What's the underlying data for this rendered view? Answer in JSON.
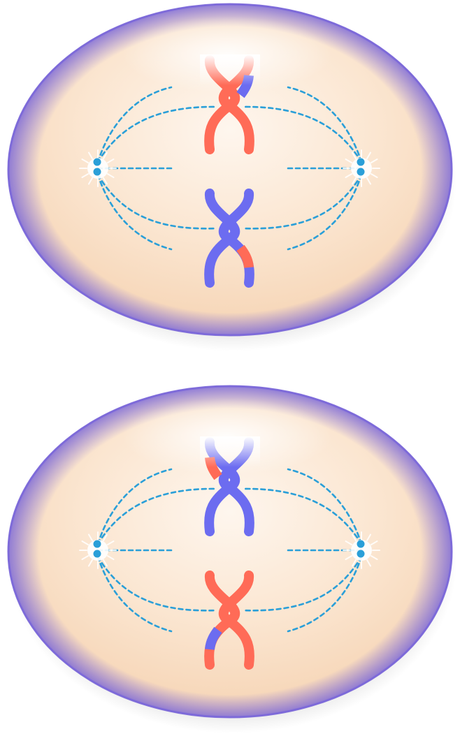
{
  "colors": {
    "background": "#ffffff",
    "cell_fill_center": "#fdf1e6",
    "cell_fill_edge": "#f8dcc0",
    "cell_membrane": "#7b68d9",
    "spindle_fiber": "#2a9fd8",
    "centrosome": "#2a9fd8",
    "chromosome_red": "#ff6b57",
    "chromosome_blue": "#6c6cf0"
  },
  "cells": [
    {
      "name": "cell-top",
      "upper_chromosome": {
        "color": "red",
        "swap_band_color": "blue",
        "swap_band_arm": "upper-right"
      },
      "lower_chromosome": {
        "color": "blue",
        "swap_band_color": "red",
        "swap_band_arm": "lower-right"
      }
    },
    {
      "name": "cell-bottom",
      "upper_chromosome": {
        "color": "blue",
        "swap_band_color": "red",
        "swap_band_arm": "upper-left"
      },
      "lower_chromosome": {
        "color": "red",
        "swap_band_color": "blue",
        "swap_band_arm": "lower-left"
      }
    }
  ]
}
